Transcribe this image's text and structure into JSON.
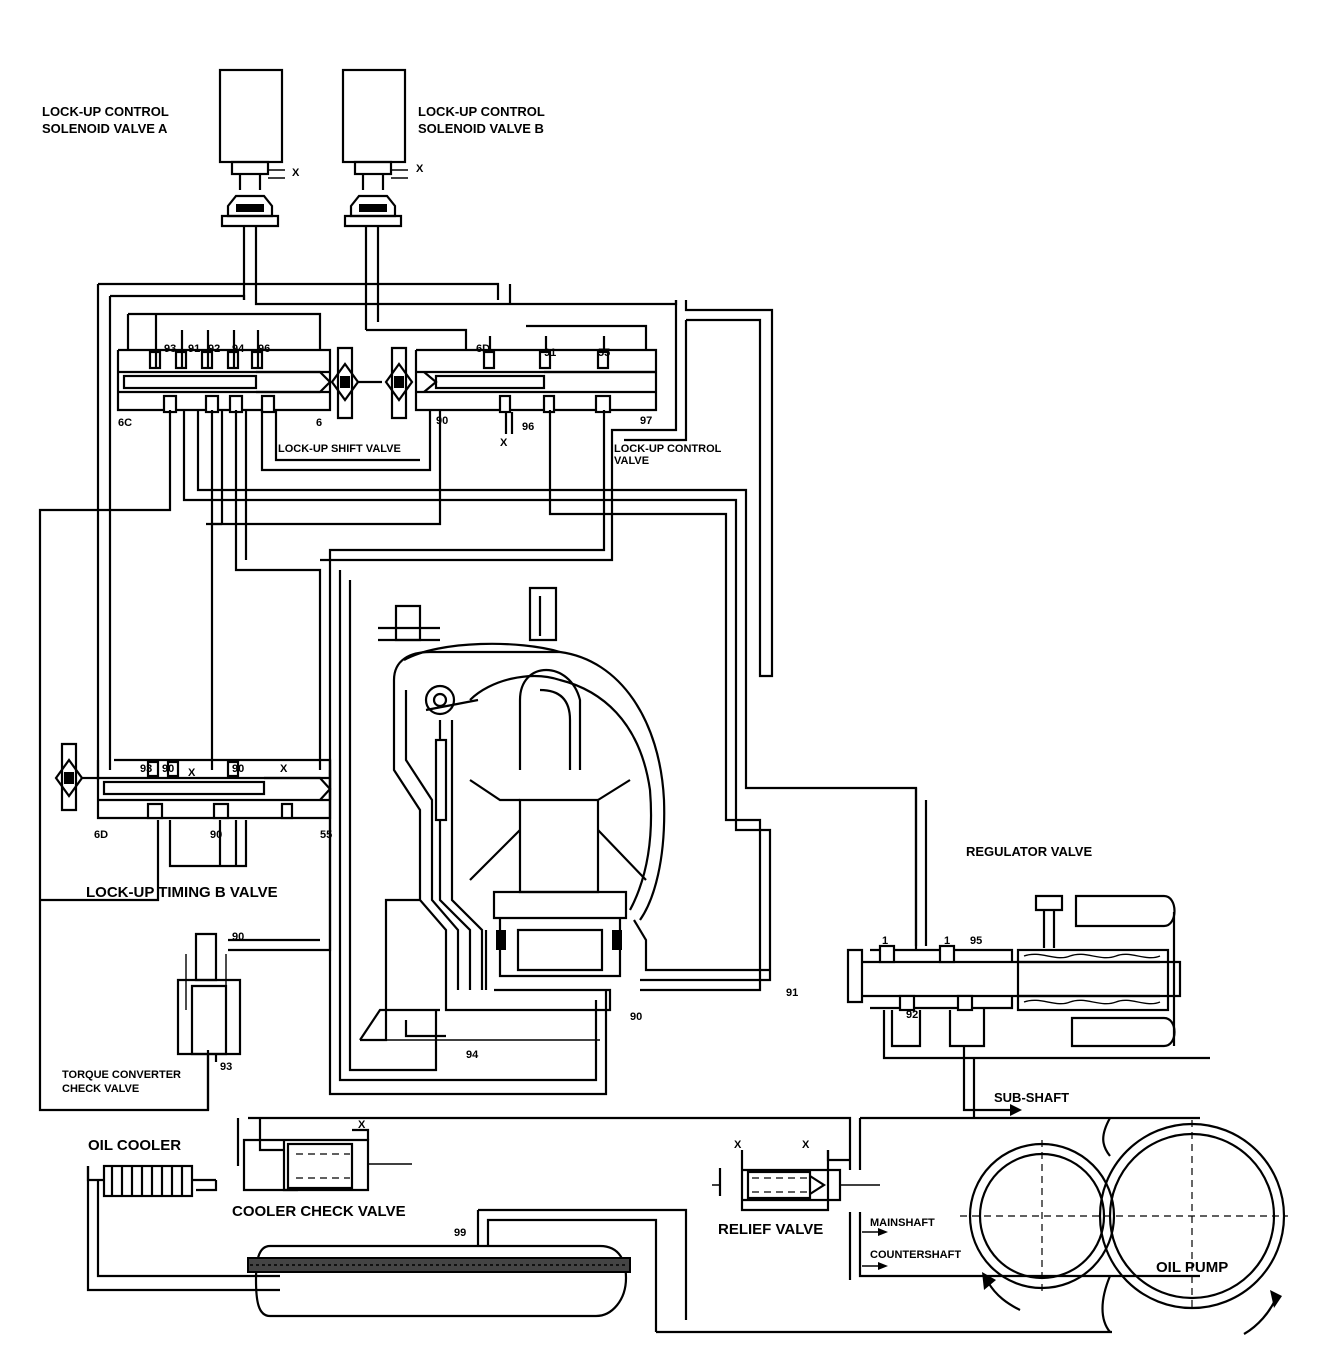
{
  "labels": {
    "solenoid_a_line1": "LOCK-UP CONTROL",
    "solenoid_a_line2": "SOLENOID VALVE A",
    "solenoid_b_line1": "LOCK-UP CONTROL",
    "solenoid_b_line2": "SOLENOID VALVE B",
    "lockup_shift_valve": "LOCK-UP SHIFT VALVE",
    "lockup_control_valve_line1": "LOCK-UP CONTROL",
    "lockup_control_valve_line2": "VALVE",
    "lockup_timing_b_valve": "LOCK-UP TIMING B VALVE",
    "torque_converter_check_line1": "TORQUE CONVERTER",
    "torque_converter_check_line2": "CHECK VALVE",
    "regulator_valve": "REGULATOR VALVE",
    "oil_cooler": "OIL COOLER",
    "cooler_check_valve": "COOLER CHECK VALVE",
    "relief_valve": "RELIEF VALVE",
    "sub_shaft": "SUB-SHAFT",
    "mainshaft": "MAINSHAFT",
    "countershaft": "COUNTERSHAFT",
    "oil_pump": "OIL PUMP"
  },
  "ports": {
    "solA_x": "X",
    "solB_x": "X",
    "shift_93": "93",
    "shift_91": "91",
    "shift_92": "92",
    "shift_94": "94",
    "shift_96": "96",
    "shift_6c": "6C",
    "shift_6": "6",
    "ctrl_6d": "6D",
    "ctrl_91": "91",
    "ctrl_55": "55",
    "ctrl_90": "90",
    "ctrl_x": "X",
    "ctrl_96": "96",
    "ctrl_97": "97",
    "timing_93": "93",
    "timing_90a": "90",
    "timing_x1": "X",
    "timing_90b": "90",
    "timing_x2": "X",
    "timing_6d": "6D",
    "timing_90c": "90",
    "timing_55": "55",
    "tc_90": "90",
    "tc_93": "93",
    "conv_94": "94",
    "conv_90": "90",
    "conv_91": "91",
    "reg_1a": "1",
    "reg_1b": "1",
    "reg_95": "95",
    "reg_92": "92",
    "cooler_x": "X",
    "relief_x1": "X",
    "relief_x2": "X",
    "sump_99": "99"
  }
}
